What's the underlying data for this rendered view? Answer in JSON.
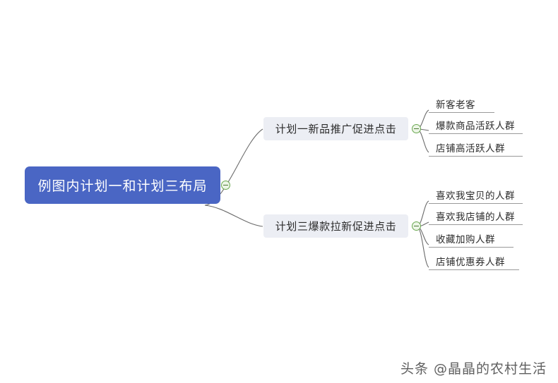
{
  "root": {
    "label": "例图内计划一和计划三布局",
    "color": "#4a66c4",
    "text_color": "#ffffff",
    "toggle_icon": "collapse-minus-icon"
  },
  "branches": [
    {
      "label": "计划一新品推广促进点击",
      "toggle_icon": "collapse-minus-icon",
      "leaves": [
        {
          "label": "新客老客"
        },
        {
          "label": "爆款商品活跃人群"
        },
        {
          "label": "店铺高活跃人群"
        }
      ]
    },
    {
      "label": "计划三爆款拉新促进点击",
      "toggle_icon": "collapse-minus-icon",
      "leaves": [
        {
          "label": "喜欢我宝贝的人群"
        },
        {
          "label": "喜欢我店铺的人群"
        },
        {
          "label": "收藏加购人群"
        },
        {
          "label": "店铺优惠券人群"
        }
      ]
    }
  ],
  "style": {
    "branch_bg": "#eceef4",
    "leaf_line": "#9a9a9a",
    "edge_color": "#6b6b6b",
    "toggle_border": "#69a84f",
    "toggle_fill": "#ecf5e6"
  },
  "watermark": {
    "text": "头条 @晶晶的农村生活"
  }
}
